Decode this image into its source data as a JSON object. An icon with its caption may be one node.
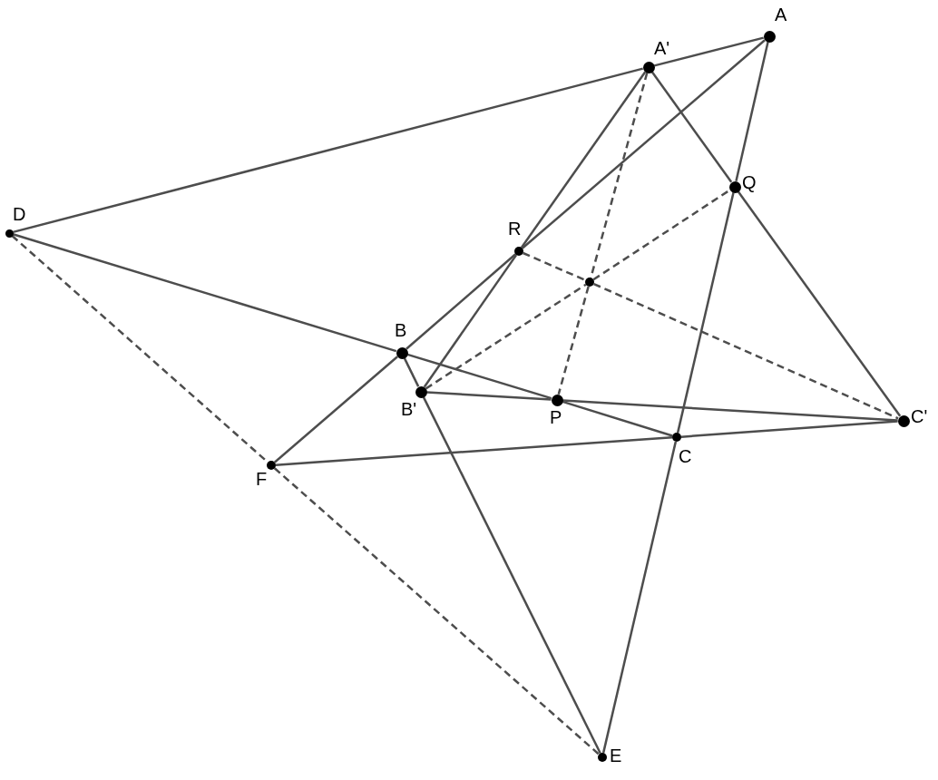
{
  "diagram": {
    "nodes": [
      {
        "text": [
          "A"
        ]
      },
      {
        "text": [
          "A'"
        ]
      },
      {
        "text": [
          "D"
        ]
      },
      {
        "text": [
          "Q"
        ]
      },
      {
        "text": [
          "R"
        ]
      },
      {
        "text": [],
        "shape": "circle"
      },
      {
        "text": [
          "B"
        ]
      },
      {
        "text": [
          "B'"
        ]
      },
      {
        "text": [
          "P"
        ]
      },
      {
        "text": [
          "C'"
        ]
      },
      {
        "text": [
          "C"
        ]
      },
      {
        "text": [
          "F"
        ]
      },
      {
        "text": [
          "E"
        ]
      }
    ],
    "edges": [
      {
        "from": 2,
        "to": 1,
        "arrow": "none"
      },
      {
        "from": 1,
        "to": 0,
        "arrow": "none"
      },
      {
        "from": 2,
        "to": 6,
        "arrow": "none"
      },
      {
        "from": 6,
        "to": 8,
        "arrow": "none"
      },
      {
        "from": 8,
        "to": 10,
        "arrow": "none"
      },
      {
        "from": 0,
        "to": 4,
        "arrow": "none"
      },
      {
        "from": 4,
        "to": 6,
        "arrow": "none"
      },
      {
        "from": 6,
        "to": 11,
        "arrow": "none"
      },
      {
        "from": 0,
        "to": 3,
        "arrow": "none"
      },
      {
        "from": 3,
        "to": 10,
        "arrow": "none"
      },
      {
        "from": 10,
        "to": 12,
        "arrow": "none"
      },
      {
        "from": 1,
        "to": 4,
        "arrow": "none"
      },
      {
        "from": 4,
        "to": 7,
        "arrow": "none"
      },
      {
        "from": 1,
        "to": 3,
        "arrow": "none"
      },
      {
        "from": 3,
        "to": 9,
        "arrow": "none"
      },
      {
        "from": 6,
        "to": 7,
        "arrow": "none"
      },
      {
        "from": 7,
        "to": 12,
        "arrow": "none"
      },
      {
        "from": 7,
        "to": 8,
        "arrow": "none"
      },
      {
        "from": 8,
        "to": 9,
        "arrow": "none"
      },
      {
        "from": 11,
        "to": 10,
        "arrow": "none"
      },
      {
        "from": 10,
        "to": 9,
        "arrow": "none"
      },
      {
        "from": 2,
        "to": 11,
        "arrow": "none",
        "style": "dashed"
      },
      {
        "from": 11,
        "to": 12,
        "arrow": "none",
        "style": "dashed"
      },
      {
        "from": 1,
        "to": 5,
        "arrow": "none",
        "style": "dashed"
      },
      {
        "from": 5,
        "to": 8,
        "arrow": "none",
        "style": "dashed"
      },
      {
        "from": 7,
        "to": 5,
        "arrow": "none",
        "style": "dashed"
      },
      {
        "from": 5,
        "to": 3,
        "arrow": "none",
        "style": "dashed"
      },
      {
        "from": 4,
        "to": 5,
        "arrow": "none",
        "style": "dashed"
      },
      {
        "from": 5,
        "to": 9,
        "arrow": "none",
        "style": "dashed"
      }
    ]
  }
}
